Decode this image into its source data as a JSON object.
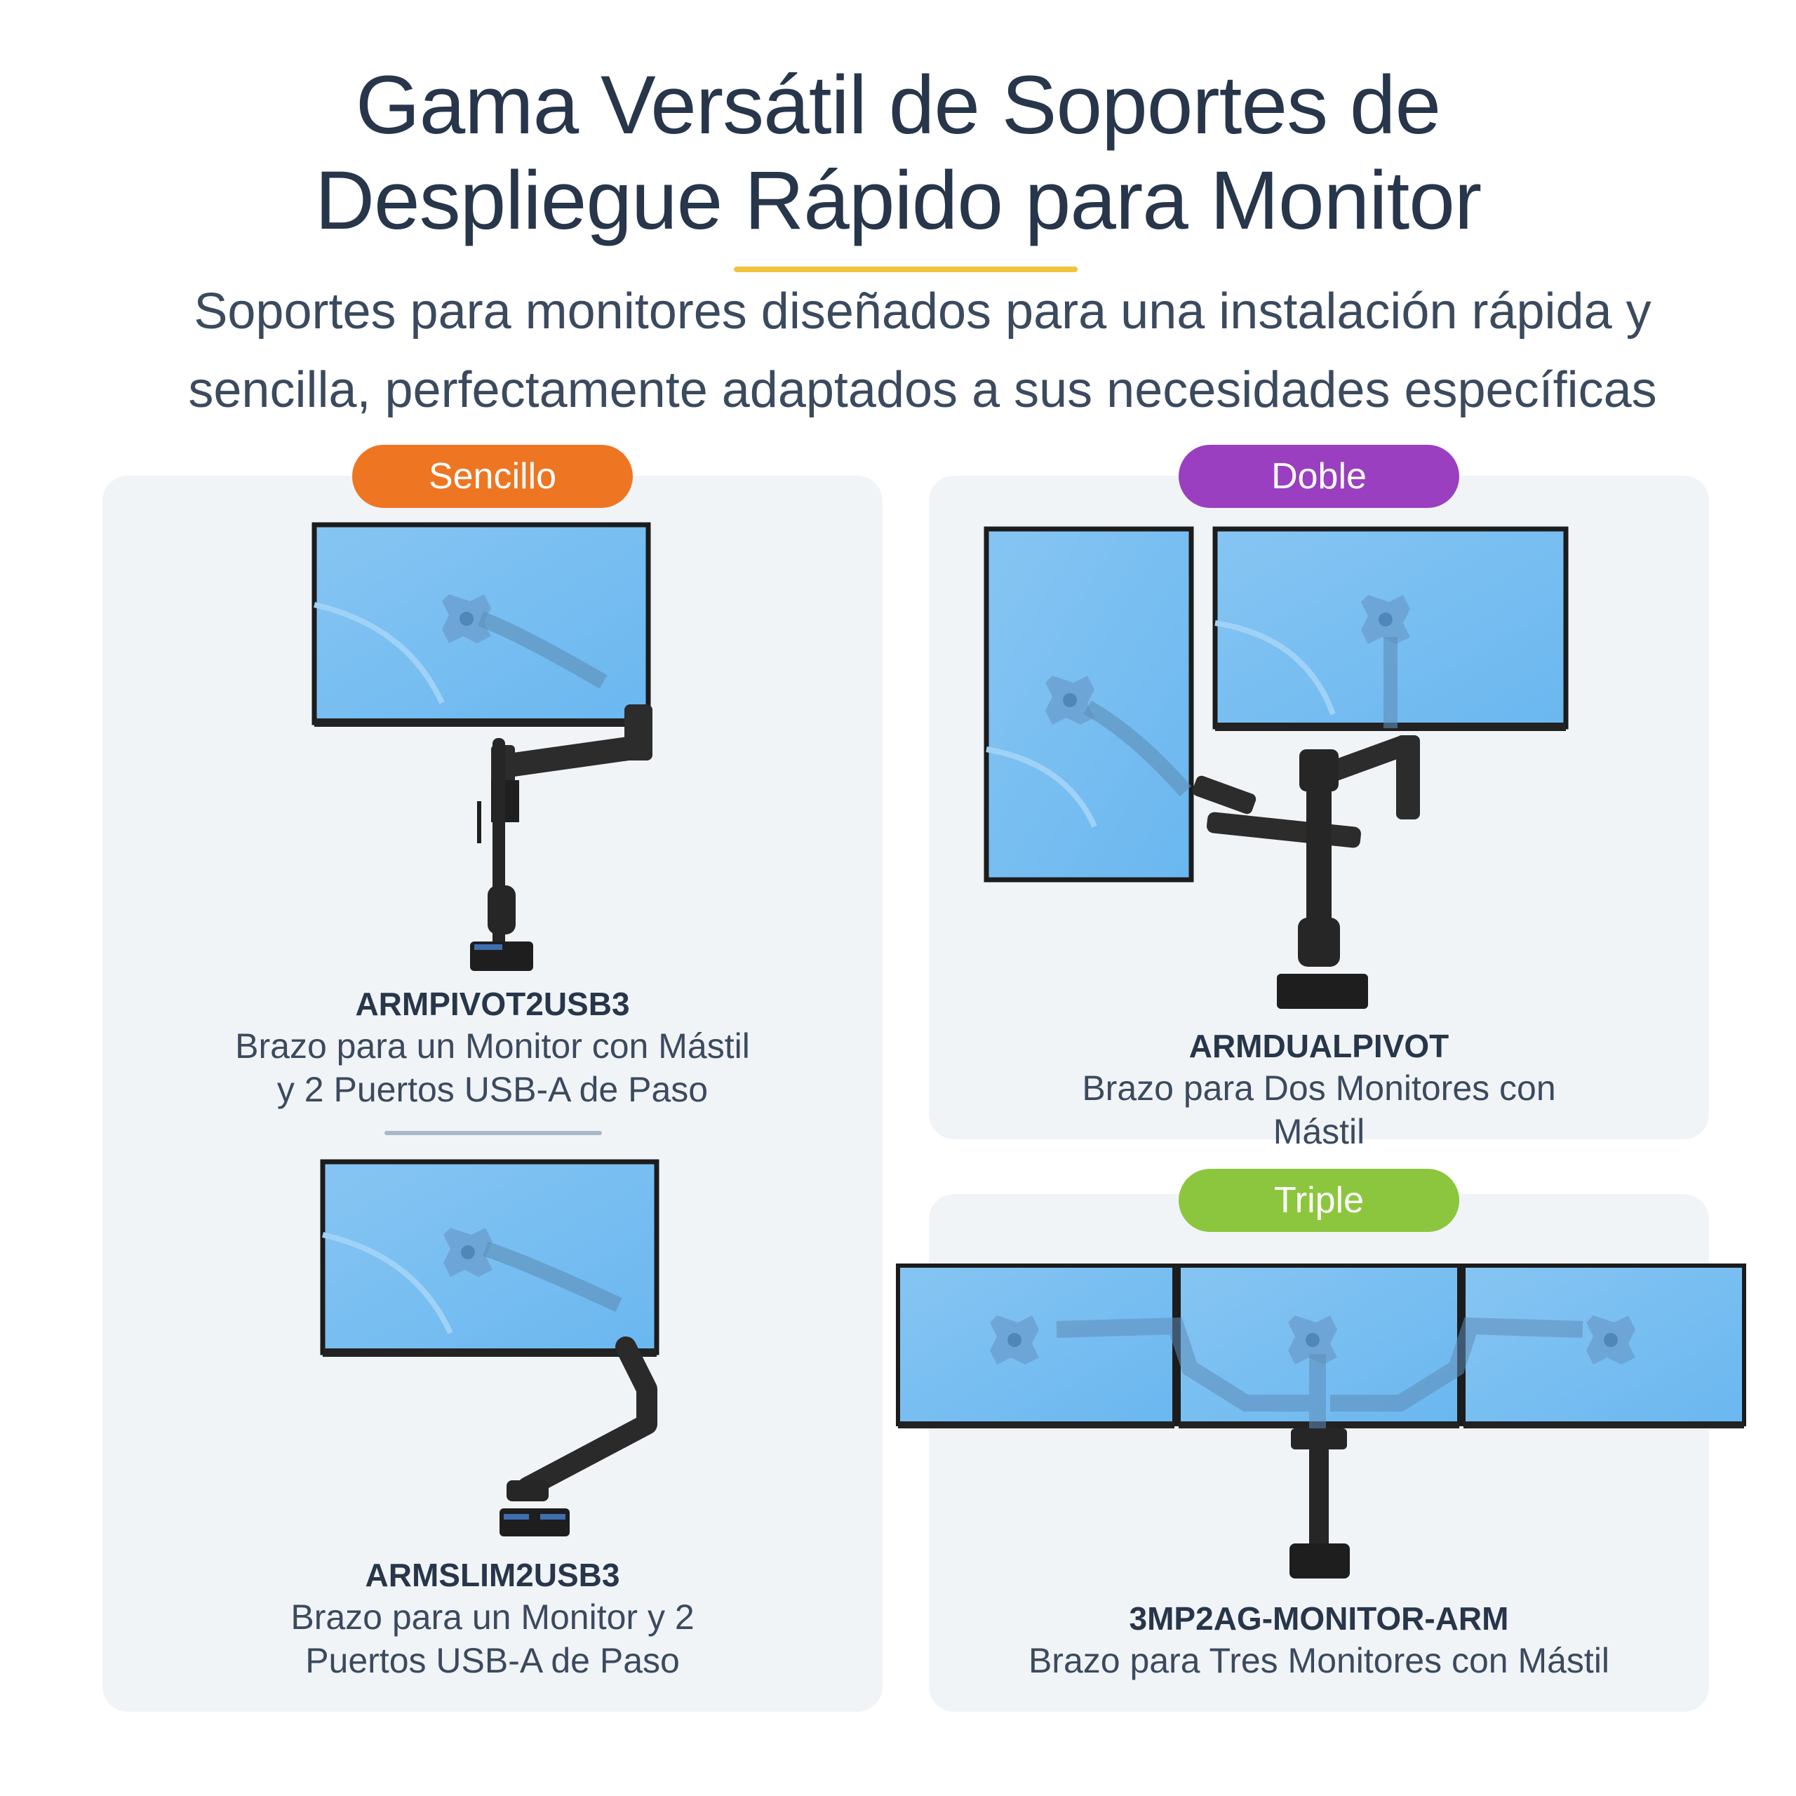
{
  "header": {
    "title_line1": "Gama Versátil de Soportes de",
    "title_line2": "Despliegue Rápido para Monitor",
    "subtitle_line1": "Soportes para monitores diseñados para una instalación rápida y",
    "subtitle_line2": "sencilla, perfectamente adaptados a sus necesidades específicas",
    "accent_color": "#f2c43c"
  },
  "sections": {
    "single": {
      "badge": "Sencillo",
      "badge_color": "#ee7623",
      "products": [
        {
          "name": "ARMPIVOT2USB3",
          "desc_line1": "Brazo para un Monitor con Mástil",
          "desc_line2": "y 2 Puertos USB-A de Paso"
        },
        {
          "name": "ARMSLIM2USB3",
          "desc_line1": "Brazo para un Monitor y 2",
          "desc_line2": "Puertos USB-A de Paso"
        }
      ]
    },
    "dual": {
      "badge": "Doble",
      "badge_color": "#9a3fc0",
      "product": {
        "name": "ARMDUALPIVOT",
        "desc_line1": "Brazo para Dos Monitores con",
        "desc_line2": "Mástil"
      }
    },
    "triple": {
      "badge": "Triple",
      "badge_color": "#8cc63e",
      "product": {
        "name": "3MP2AG-MONITOR-ARM",
        "desc_line1": "Brazo para Tres Monitores con Mástil"
      }
    }
  },
  "icons": {
    "screen": "monitor-icon",
    "arm": "monitor-arm-icon",
    "mount": "vesa-mount-icon"
  }
}
